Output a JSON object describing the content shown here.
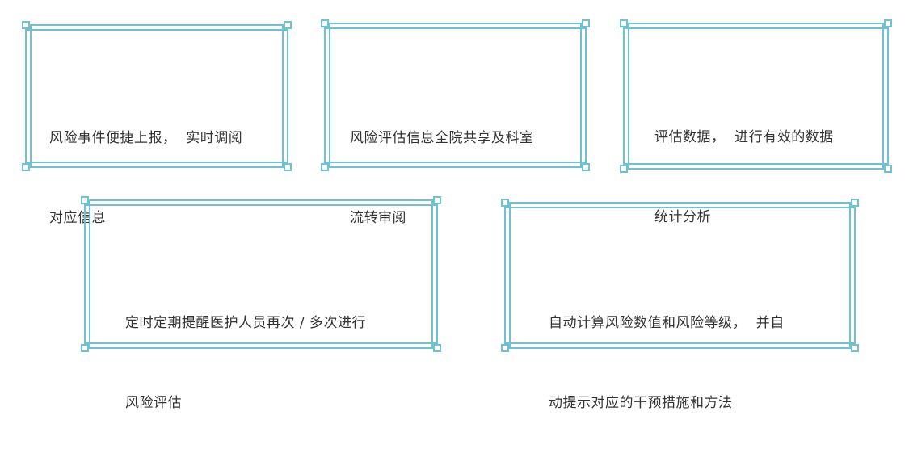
{
  "frame_color": "#6ec3d3",
  "cards": [
    {
      "lines": [
        "风险事件便捷上报，  实时调阅",
        "对应信息"
      ]
    },
    {
      "lines": [
        "风险评估信息全院共享及科室",
        "流转审阅"
      ]
    },
    {
      "lines": [
        "评估数据，  进行有效的数据",
        "统计分析"
      ]
    },
    {
      "lines": [
        "定时定期提醒医护人员再次 / 多次进行",
        "风险评估"
      ]
    },
    {
      "lines": [
        "自动计算风险数值和风险等级，  并自",
        "动提示对应的干预措施和方法"
      ]
    }
  ]
}
